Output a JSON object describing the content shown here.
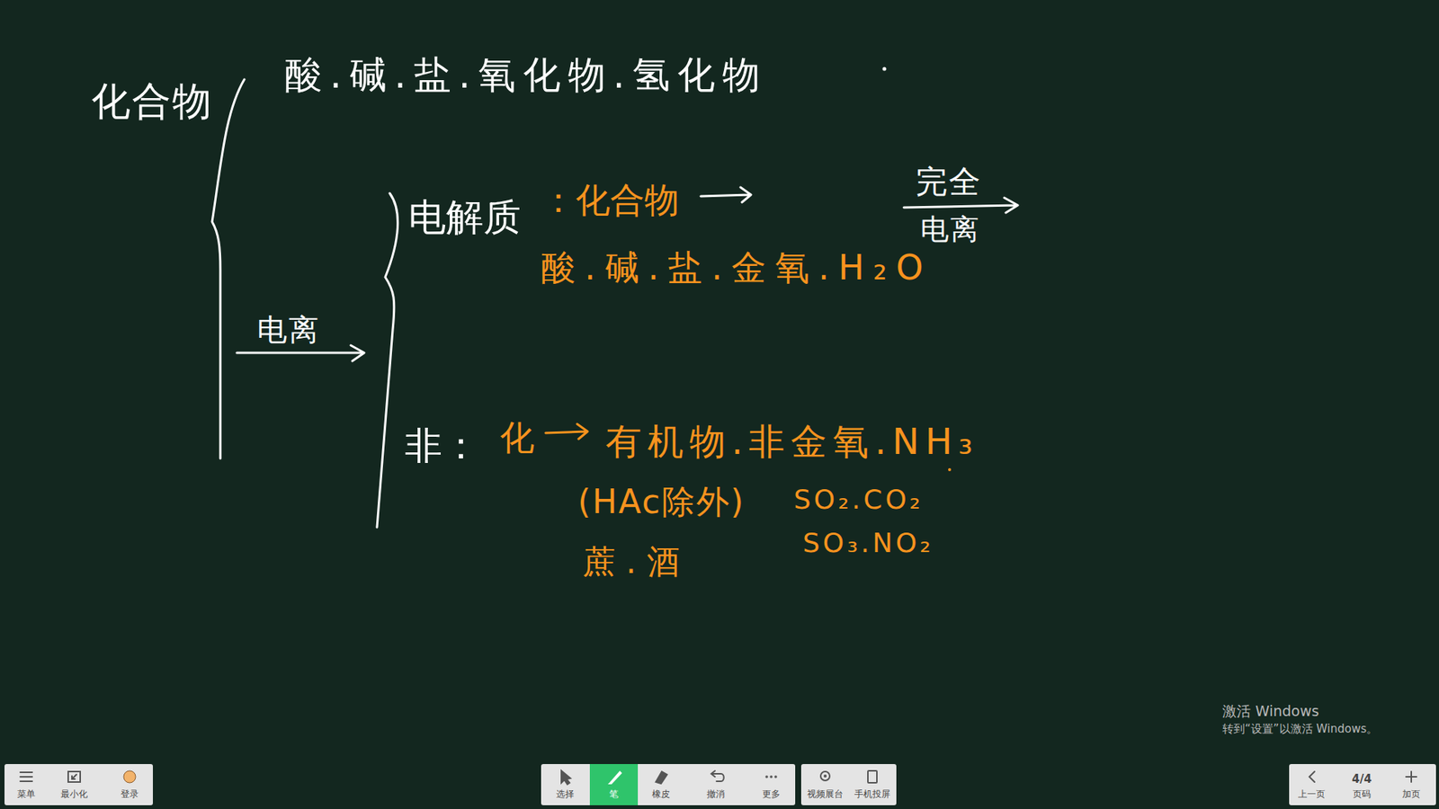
{
  "diagram": {
    "nodes": [
      {
        "text": [
          "菜单"
        ]
      },
      {
        "text": [
          "最小化"
        ]
      },
      {
        "text": [
          "登录"
        ]
      },
      {
        "text": [
          "选择"
        ]
      },
      {
        "text": [
          "笔"
        ]
      },
      {
        "text": [
          "橡皮"
        ]
      },
      {
        "text": [
          "撤消"
        ]
      },
      {
        "text": [
          "更多"
        ]
      },
      {
        "text": [
          "视频展台"
        ]
      },
      {
        "text": [
          "手机投屏"
        ]
      },
      {
        "text": [
          "上一页"
        ]
      },
      {
        "text": [
          "4/4",
          "页码"
        ]
      },
      {
        "text": [
          "加页"
        ]
      }
    ],
    "labels": [
      "化合物",
      "酸.碱.盐.氧化物.氢化物",
      "电离",
      "电解质",
      "：化合物",
      "酸.碱.盐.金氧.H₂O",
      "完全",
      "电离",
      "非：",
      "化",
      "有机物.非金氧.NH₃",
      "(HAc除外)",
      "蔗.酒",
      "SO₂.CO₂",
      "SO₃.NO₂",
      "激活 Windows",
      "转到“设置”以激活 Windows。"
    ]
  }
}
